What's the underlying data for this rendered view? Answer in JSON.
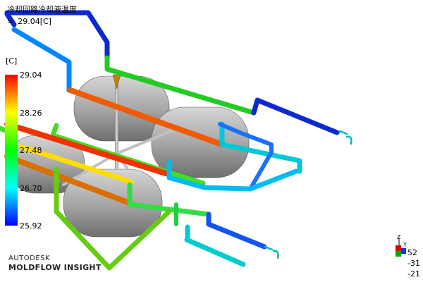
{
  "result": {
    "title": "冷却回路冷却液温度",
    "value": "29.04",
    "unit": "[C]"
  },
  "legend": {
    "unit_label": "[C]",
    "ticks": [
      "29.04",
      "28.26",
      "27.48",
      "26.70",
      "25.92"
    ],
    "colors": [
      "#ff0000",
      "#ffff00",
      "#00ff00",
      "#00ffff",
      "#0000ff"
    ]
  },
  "brand": {
    "line1": "AUTODESK",
    "line2": "MOLDFLOW",
    "line3": "INSIGHT"
  },
  "triad": {
    "z_label": "Z",
    "y_label": "Y"
  },
  "coords": [
    "52",
    "-31",
    "-21"
  ]
}
